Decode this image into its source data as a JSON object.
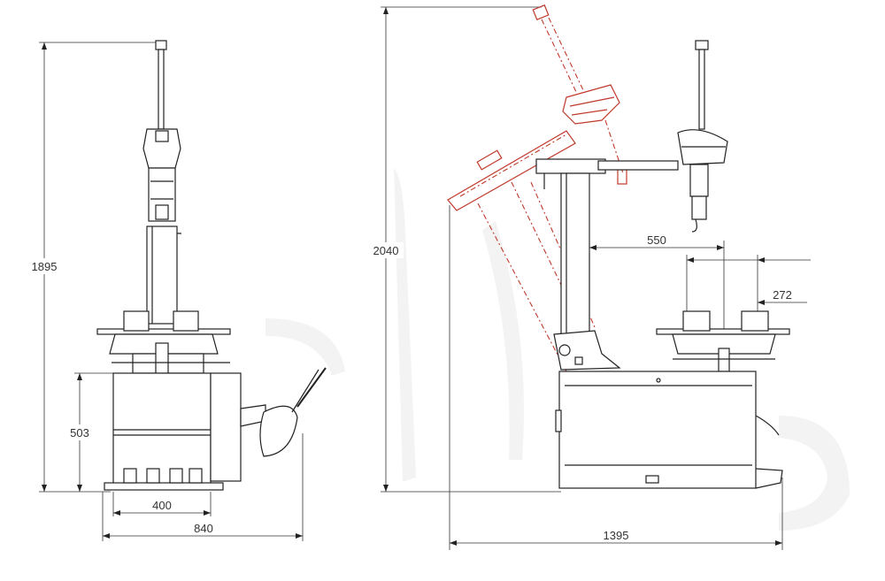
{
  "dimensions": {
    "total_height_left": "1895",
    "base_height": "503",
    "base_inner_width": "400",
    "base_total_width": "840",
    "total_height_right": "2040",
    "arm_reach": "550",
    "clamp_offset": "272",
    "total_length": "1395"
  },
  "colors": {
    "line": "#222222",
    "tilted_column": "#c0392b"
  }
}
